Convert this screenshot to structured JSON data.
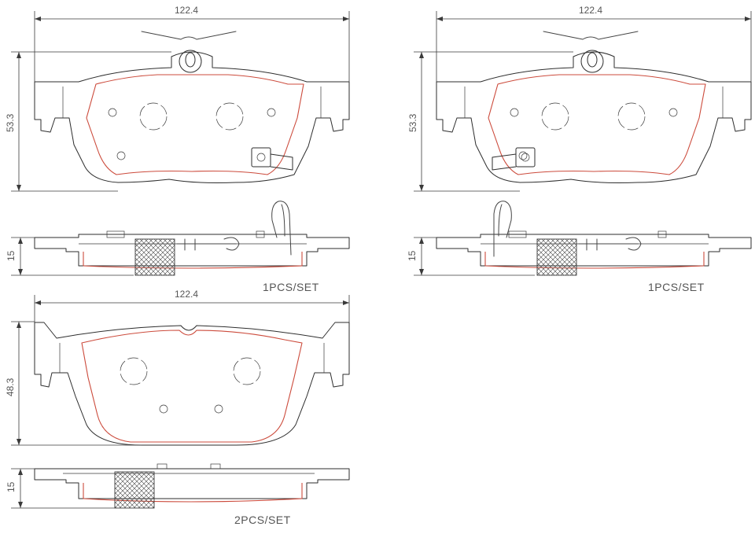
{
  "drawings": {
    "top_left": {
      "width_label": "122.4",
      "height_label": "53.3",
      "thickness_label": "15",
      "quantity_label": "1PCS/SET"
    },
    "top_right": {
      "width_label": "122.4",
      "height_label": "53.3",
      "thickness_label": "15",
      "quantity_label": "1PCS/SET"
    },
    "bottom": {
      "width_label": "122.4",
      "height_label": "48.3",
      "thickness_label": "15",
      "quantity_label": "2PCS/SET"
    }
  },
  "colors": {
    "pad_outline": "#cc4b3c",
    "line": "#2e2e2e",
    "text": "#555555"
  }
}
